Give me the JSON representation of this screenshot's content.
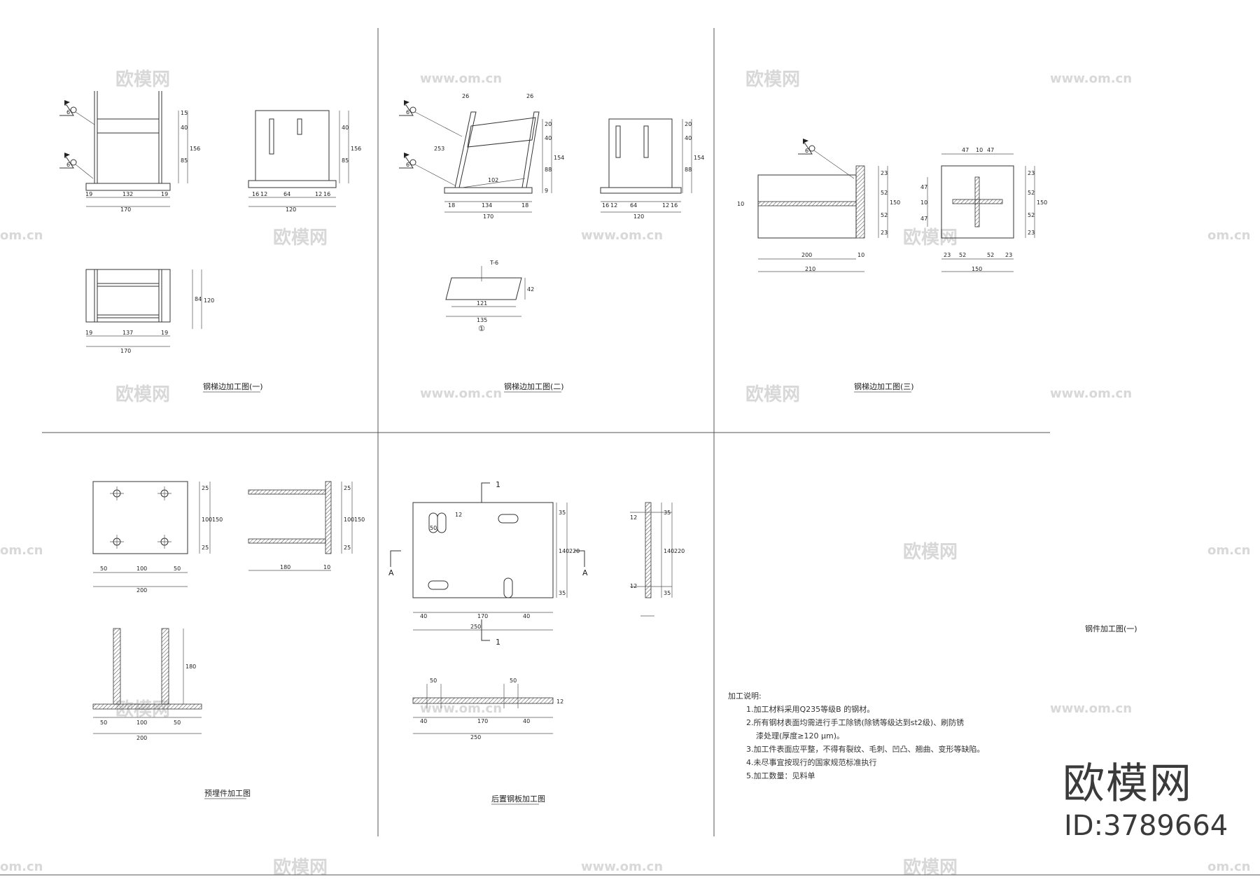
{
  "titles": {
    "t1": "钢梯边加工图(一)",
    "t2": "钢梯边加工图(二)",
    "t3": "钢梯边加工图(三)",
    "t4": "预埋件加工图",
    "t5": "后置钢板加工图",
    "t6": "钢件加工图(一)"
  },
  "labels": {
    "weld6": "6",
    "t6": "T-6",
    "sec1": "1",
    "secA": "A",
    "detail": "①"
  },
  "dims": {
    "d170": "170",
    "d132": "132",
    "d19": "19",
    "d156": "156",
    "d40": "40",
    "d85": "85",
    "d15": "15",
    "d120": "120",
    "d64": "64",
    "d16": "16",
    "d12": "12",
    "d137": "137",
    "d84": "84",
    "d26": "26",
    "d134": "134",
    "d18": "18",
    "d154": "154",
    "d20": "20",
    "d88": "88",
    "d9": "9",
    "d253": "253",
    "d102": "102",
    "d135": "135",
    "d121": "121",
    "d42": "42",
    "d47": "47",
    "d10": "10",
    "d200": "200",
    "d210": "210",
    "d150": "150",
    "d52": "52",
    "d23": "23",
    "d50": "50",
    "d100": "100",
    "d25": "25",
    "d180": "180",
    "d140": "140",
    "d250": "250",
    "d35": "35",
    "d220": "220"
  },
  "notes": {
    "heading": "加工说明:",
    "items": [
      "1.加工材料采用Q235等级B 的钢材。",
      "2.所有钢材表面均需进行手工除锈(除锈等级达到st2级)、刷防锈",
      "漆处理(厚度≥120 μm)。",
      "3.加工件表面应平整，不得有裂纹、毛刺、凹凸、翘曲、变形等缺陷。",
      "4.未尽事宜按现行的国家规范标准执行",
      "5.加工数量：见料单"
    ]
  },
  "brand": {
    "name": "欧模网",
    "id": "ID:3789664"
  },
  "watermark": {
    "cn": "欧模网",
    "url": "www.om.cn",
    "url_short": "om.cn"
  }
}
